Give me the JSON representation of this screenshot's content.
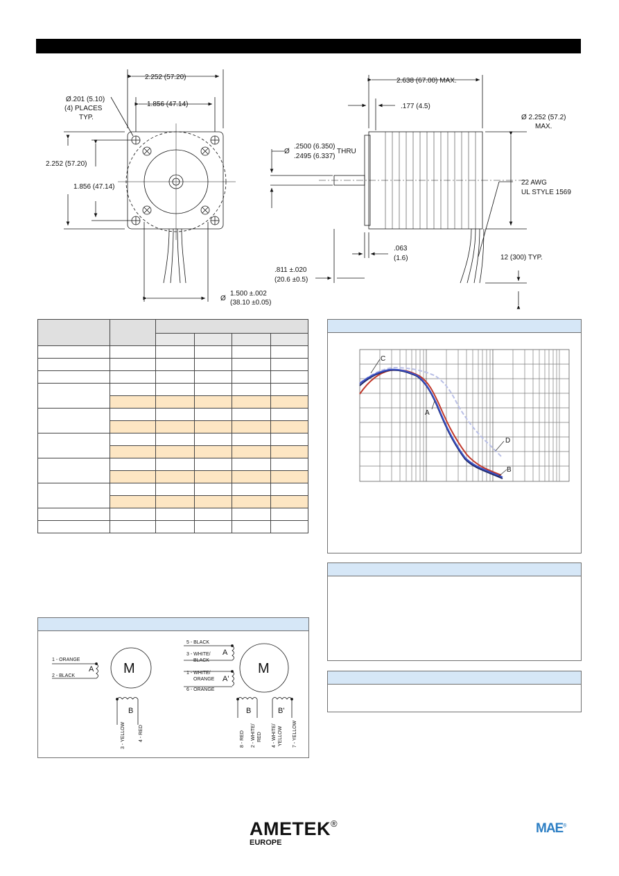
{
  "dimensions": {
    "front_width": "2.252 (57.20)",
    "bolt_spacing_horizontal": "1.856 (47.14)",
    "hole_dia_line1": "Ø.201 (5.10)",
    "hole_dia_line2": "(4) PLACES",
    "hole_dia_line3": "TYP.",
    "front_height": "2.252 (57.20)",
    "bolt_spacing_vertical": "1.856 (47.14)",
    "pilot_dia_prefix": "Ø",
    "pilot_dia_line1": "1.500 ±.002",
    "pilot_dia_line2": "(38.10 ±0.05)",
    "body_length": "2.638 (67.00) MAX.",
    "flange_thickness": ".177 (4.5)",
    "shaft_dia_prefix": "Ø",
    "shaft_dia_line1": ".2500 (6.350)",
    "shaft_dia_line2": ".2495 (6.337)",
    "shaft_dia_suffix": "THRU",
    "body_dia_line1": "Ø 2.252 (57.2)",
    "body_dia_line2": "MAX.",
    "wire_line1": "22 AWG",
    "wire_line2": "UL STYLE 1569",
    "pilot_depth_line1": ".063",
    "pilot_depth_line2": "(1.6)",
    "shaft_length_line1": ".811 ±.020",
    "shaft_length_line2": "(20.6 ±0.5)",
    "lead_length": "12 (300) TYP."
  },
  "chart": {
    "curve_labels": [
      "A",
      "B",
      "C",
      "D"
    ],
    "colors": {
      "A": "#1f2a6b",
      "B": "#3a4fc4",
      "C": "#c0392b",
      "D": "#b9bfe6"
    }
  },
  "wiring": {
    "motor_left": "M",
    "motor_right": "M",
    "left": {
      "lead1": "1 - ORANGE",
      "lead2": "2 - BLACK",
      "phase_a": "A",
      "phase_b": "B",
      "lead3": "3 - YELLOW",
      "lead4": "4 - RED"
    },
    "right": {
      "lead5": "5 - BLACK",
      "lead3_line1": "3 - WHITE/",
      "lead3_line2": "BLACK",
      "lead1_line1": "1 - WHITE/",
      "lead1_line2": "ORANGE",
      "lead6": "6 - ORANGE",
      "phase_a": "A",
      "phase_a_prime": "A'",
      "phase_b": "B",
      "phase_b_prime": "B'",
      "lead8": "8 - RED",
      "lead2_line1": "2 - WHITE/",
      "lead2_line2": "RED",
      "lead4_line1": "4 - WHITE/",
      "lead4_line2": "YELLOW",
      "lead7": "7 - YELLOW"
    }
  },
  "brand": {
    "name": "AMETEK",
    "registered": "®",
    "sub": "EUROPE",
    "partner": "MAE",
    "partner_registered": "®"
  }
}
